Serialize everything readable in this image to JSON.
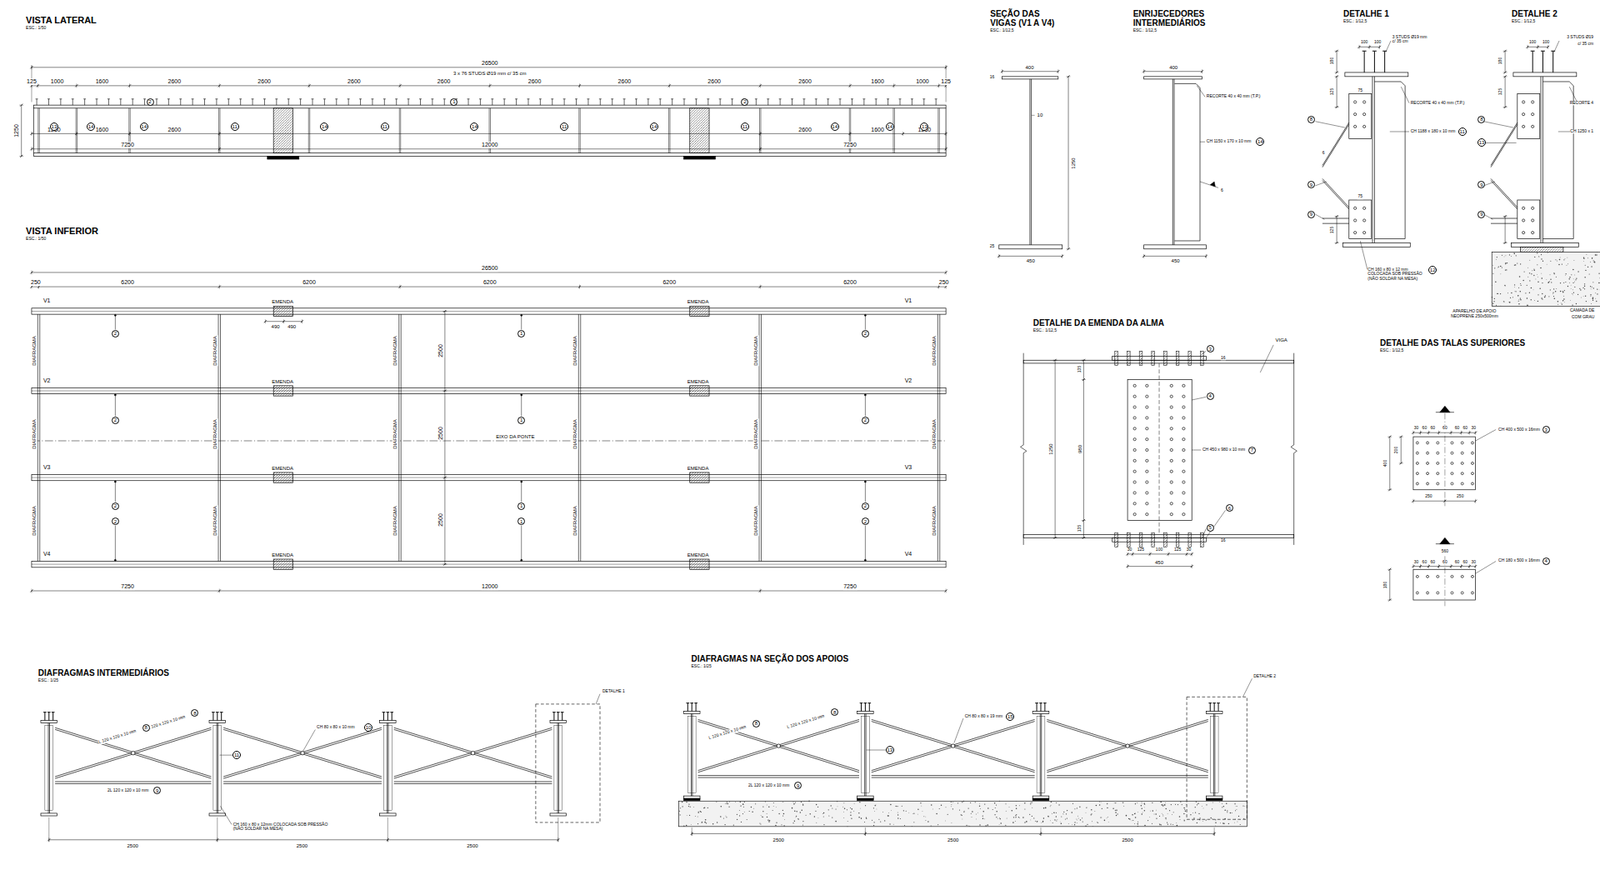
{
  "diagram": {
    "nodes": [
      {
        "text": [
          "2"
        ]
      },
      {
        "text": [
          "1"
        ]
      },
      {
        "text": [
          "2"
        ]
      },
      {
        "text": [
          "13"
        ]
      },
      {
        "text": [
          "14"
        ]
      },
      {
        "text": [
          "14"
        ]
      },
      {
        "text": [
          "11"
        ]
      },
      {
        "text": [
          "14"
        ]
      },
      {
        "text": [
          "11"
        ]
      },
      {
        "text": [
          "14"
        ]
      },
      {
        "text": [
          "11"
        ]
      },
      {
        "text": [
          "14"
        ]
      },
      {
        "text": [
          "11"
        ]
      },
      {
        "text": [
          "14"
        ]
      },
      {
        "text": [
          "14"
        ]
      },
      {
        "text": [
          "13"
        ]
      },
      {
        "text": [
          "14"
        ]
      },
      {
        "text": [
          "8"
        ]
      },
      {
        "text": [
          "11"
        ]
      },
      {
        "text": [
          "9"
        ]
      },
      {
        "text": [
          "9"
        ]
      },
      {
        "text": [
          "12"
        ]
      },
      {
        "text": [
          "8"
        ]
      },
      {
        "text": [
          "13"
        ]
      },
      {
        "text": [
          "9"
        ]
      },
      {
        "text": [
          "9"
        ]
      },
      {
        "text": [
          "2"
        ]
      },
      {
        "text": [
          "1"
        ]
      },
      {
        "text": [
          "2"
        ]
      },
      {
        "text": [
          "2"
        ]
      },
      {
        "text": [
          "1"
        ]
      },
      {
        "text": [
          "2"
        ]
      },
      {
        "text": [
          "2"
        ]
      },
      {
        "text": [
          "1"
        ]
      },
      {
        "text": [
          "2"
        ]
      },
      {
        "text": [
          "2"
        ]
      },
      {
        "text": [
          "1"
        ]
      },
      {
        "text": [
          "2"
        ]
      },
      {
        "text": [
          "3"
        ]
      },
      {
        "text": [
          "4"
        ]
      },
      {
        "text": [
          "7"
        ]
      },
      {
        "text": [
          "6"
        ]
      },
      {
        "text": [
          "5"
        ]
      },
      {
        "text": [
          "3"
        ]
      },
      {
        "text": [
          "4"
        ]
      },
      {
        "text": [
          "8"
        ]
      },
      {
        "text": [
          "8"
        ]
      },
      {
        "text": [
          "10"
        ]
      },
      {
        "text": [
          "11"
        ]
      },
      {
        "text": [
          "9"
        ]
      },
      {
        "text": [
          "8"
        ]
      },
      {
        "text": [
          "8"
        ]
      },
      {
        "text": [
          "15"
        ]
      },
      {
        "text": [
          "13"
        ]
      },
      {
        "text": [
          "9"
        ]
      }
    ],
    "labels": [
      "VISTA LATERAL",
      "ESC.: 1/50",
      "26500",
      "3 x 76 STUDS Ø19 mm c/ 35 cm",
      "125",
      "1000",
      "1600",
      "2600",
      "2600",
      "2600",
      "2600",
      "2600",
      "2600",
      "2600",
      "2600",
      "1600",
      "1000",
      "125",
      "1250",
      "1600",
      "2600",
      "2600",
      "1600",
      "1250",
      "7250",
      "12000",
      "7250",
      "1250",
      "VISTA INFERIOR",
      "ESC.: 1/50",
      "26500",
      "250",
      "6200",
      "6200",
      "6200",
      "6200",
      "6200",
      "250",
      "V1",
      "V1",
      "V2",
      "V2",
      "V3",
      "V3",
      "V4",
      "V4",
      "EMENDA",
      "EMENDA",
      "490",
      "490",
      "EMENDA",
      "EMENDA",
      "EMENDA",
      "EMENDA",
      "EMENDA",
      "EMENDA",
      "DIAFRAGMA",
      "DIAFRAGMA",
      "DIAFRAGMA",
      "DIAFRAGMA",
      "DIAFRAGMA",
      "DIAFRAGMA",
      "DIAFRAGMA",
      "DIAFRAGMA",
      "DIAFRAGMA",
      "DIAFRAGMA",
      "DIAFRAGMA",
      "DIAFRAGMA",
      "DIAFRAGMA",
      "DIAFRAGMA",
      "DIAFRAGMA",
      "DIAFRAGMA",
      "DIAFRAGMA",
      "DIAFRAGMA",
      "EIXO DA PONTE",
      "2500",
      "2500",
      "2500",
      "7250",
      "12000",
      "7250",
      "SEÇÃO DAS VIGAS (V1 A V4)",
      "ESC.: 1/12,5",
      "400",
      "10",
      "1250",
      "16",
      "25",
      "450",
      "ENRIJECEDORES INTERMEDIÁRIOS",
      "ESC.: 1/12,5",
      "400",
      "RECORTE 40 x 40 mm (T.P.)",
      "CH 1150 x 170 x 10 mm",
      "6",
      "450",
      "DETALHE 1",
      "ESC.: 1/12,5",
      "100",
      "100",
      "3 STUDS Ø19 mm c/ 35 cm",
      "180",
      "125",
      "RECORTE 40 x 40 mm (T.P.)",
      "CH 1188 x 180 x 10 mm",
      "6",
      "125",
      "CH 160 x 80 x 12 mm COLOCADA SOB PRESSÃO (NÃO SOLDAR NA MESA)",
      "75",
      "75",
      "DETALHE 2",
      "ESC.: 1/12,5",
      "100",
      "100",
      "3 STUDS Ø19",
      "c/ 35 cm",
      "RECORTE 4",
      "CH 1250 x 1",
      "180",
      "125",
      "APARELHO DE APOIO NEOPRENE 250x500mm",
      "CAMADA DE",
      "COM GRAU",
      "DETALHE DA EMENDA DA ALMA",
      "ESC.: 1/12,5",
      "VIGA",
      "1250",
      "980",
      "135",
      "135",
      "CH 450 x 980 x 10 mm",
      "30",
      "125",
      "100",
      "125",
      "30",
      "450",
      "16",
      "16",
      "DETALHE DAS TALAS SUPERIORES",
      "ESC.: 1/12,5",
      "CH 400 x 500 x 16mm",
      "30",
      "60",
      "60",
      "60",
      "60",
      "60",
      "30",
      "250",
      "250",
      "400",
      "200",
      "CH 180 x 500 x 16mm",
      "560",
      "30",
      "60",
      "60",
      "60",
      "60",
      "60",
      "30",
      "180",
      "DIAFRAGMAS INTERMEDIÁRIOS",
      "ESC.: 1/25",
      "L 120 x 120 x 10 mm",
      "L 120 x 120 x 10 mm",
      "CH 80 x 80 x 10 mm",
      "2L 120 x 120 x 10 mm",
      "CH 160 x 80 x 12mm COLOCADA SOB PRESSÃO (NÃO SOLDAR NA MESA)",
      "2500",
      "2500",
      "2500",
      "DETALHE 1",
      "DIAFRAGMAS NA SEÇÃO DOS APOIOS",
      "ESC.: 1/25",
      "L 120 x 120 x 10 mm",
      "L 120 x 120 x 10 mm",
      "CH 80 x 80 x 19 mm",
      "2L 120 x 120 x 10 mm",
      "2500",
      "2500",
      "2500",
      "DETALHE 2"
    ]
  }
}
